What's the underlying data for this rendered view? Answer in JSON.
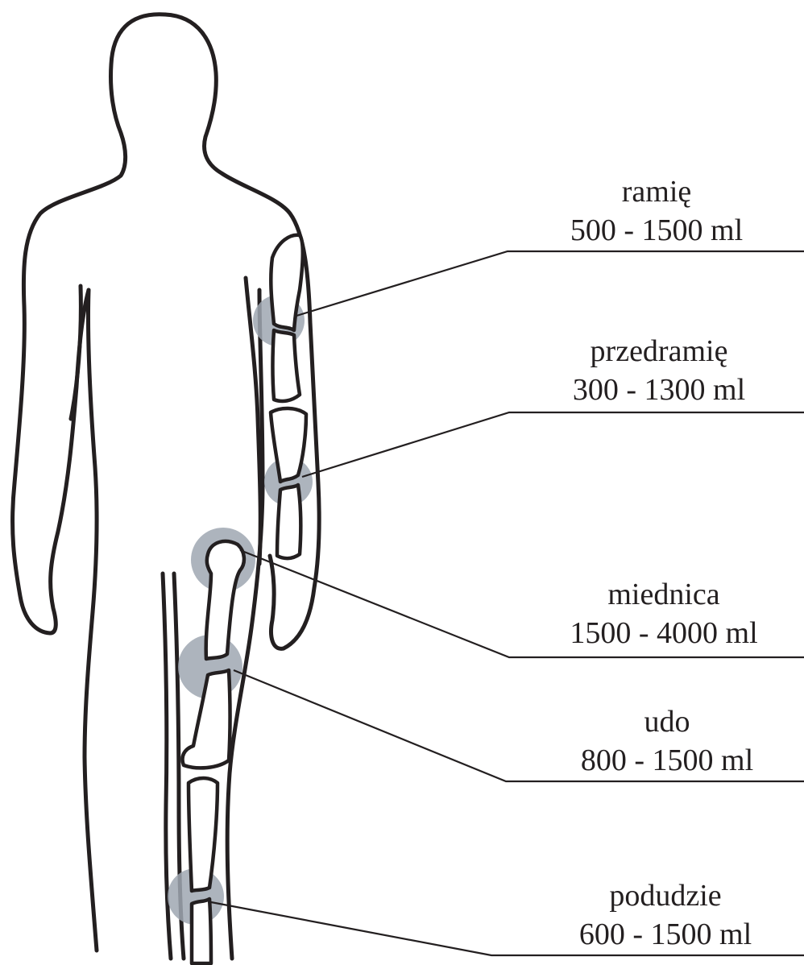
{
  "labels": {
    "arm": {
      "name": "ramię",
      "volume": "500 - 1500 ml"
    },
    "forearm": {
      "name": "przedramię",
      "volume": "300 - 1300 ml"
    },
    "pelvis": {
      "name": "miednica",
      "volume": "1500 - 4000 ml"
    },
    "thigh": {
      "name": "udo",
      "volume": "800 - 1500 ml"
    },
    "lower_leg": {
      "name": "podudzie",
      "volume": "600 - 1500 ml"
    }
  },
  "colors": {
    "line": "#231f20",
    "fracture_highlight": "#9fa7b1",
    "background": "#ffffff"
  },
  "icons": {
    "figure": "human-body-outline-back-view",
    "fracture": "bone-fracture-marker"
  }
}
